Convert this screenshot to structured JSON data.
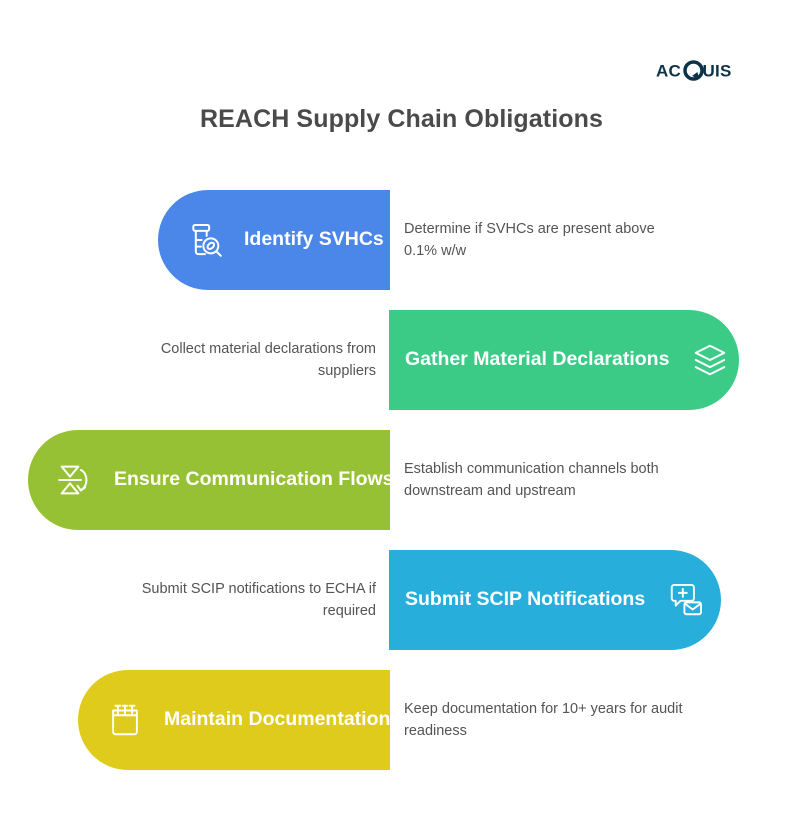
{
  "brand": {
    "name": "ACQUIS",
    "logo_icon": "acquis-wordmark-with-leaf-in-q",
    "color": "#0d3349"
  },
  "header": {
    "title": "REACH Supply Chain Obligations",
    "title_color": "#4a4a4a"
  },
  "steps": [
    {
      "id": "identify-svhcs",
      "label": "Identify SVHCs",
      "description": "Determine if SVHCs are present above 0.1% w/w",
      "color": "#4a87e8",
      "icon": "pill-bottle-magnifier-icon",
      "pill_side": "left",
      "desc_side": "right",
      "pill_width": 232
    },
    {
      "id": "gather-material-declarations",
      "label": "Gather Material Declarations",
      "description": "Collect material declarations from suppliers",
      "color": "#3bcb87",
      "icon": "layers-stack-icon",
      "pill_side": "right",
      "desc_side": "left",
      "pill_width": 350
    },
    {
      "id": "ensure-communication-flows",
      "label": "Ensure Communication Flows",
      "description": "Establish communication channels both downstream and upstream",
      "color": "#97c134",
      "icon": "bidirectional-flow-icon",
      "pill_side": "left",
      "desc_side": "right",
      "pill_width": 362
    },
    {
      "id": "submit-scip-notifications",
      "label": "Submit SCIP Notifications",
      "description": "Submit SCIP notifications to ECHA if required",
      "color": "#27aedb",
      "icon": "envelope-plus-notification-icon",
      "pill_side": "right",
      "desc_side": "left",
      "pill_width": 332
    },
    {
      "id": "maintain-documentation",
      "label": "Maintain Documentation",
      "description": "Keep documentation for 10+ years for audit readiness",
      "color": "#dfcb1b",
      "icon": "notepad-calendar-icon",
      "pill_side": "left",
      "desc_side": "right",
      "pill_width": 312
    }
  ]
}
